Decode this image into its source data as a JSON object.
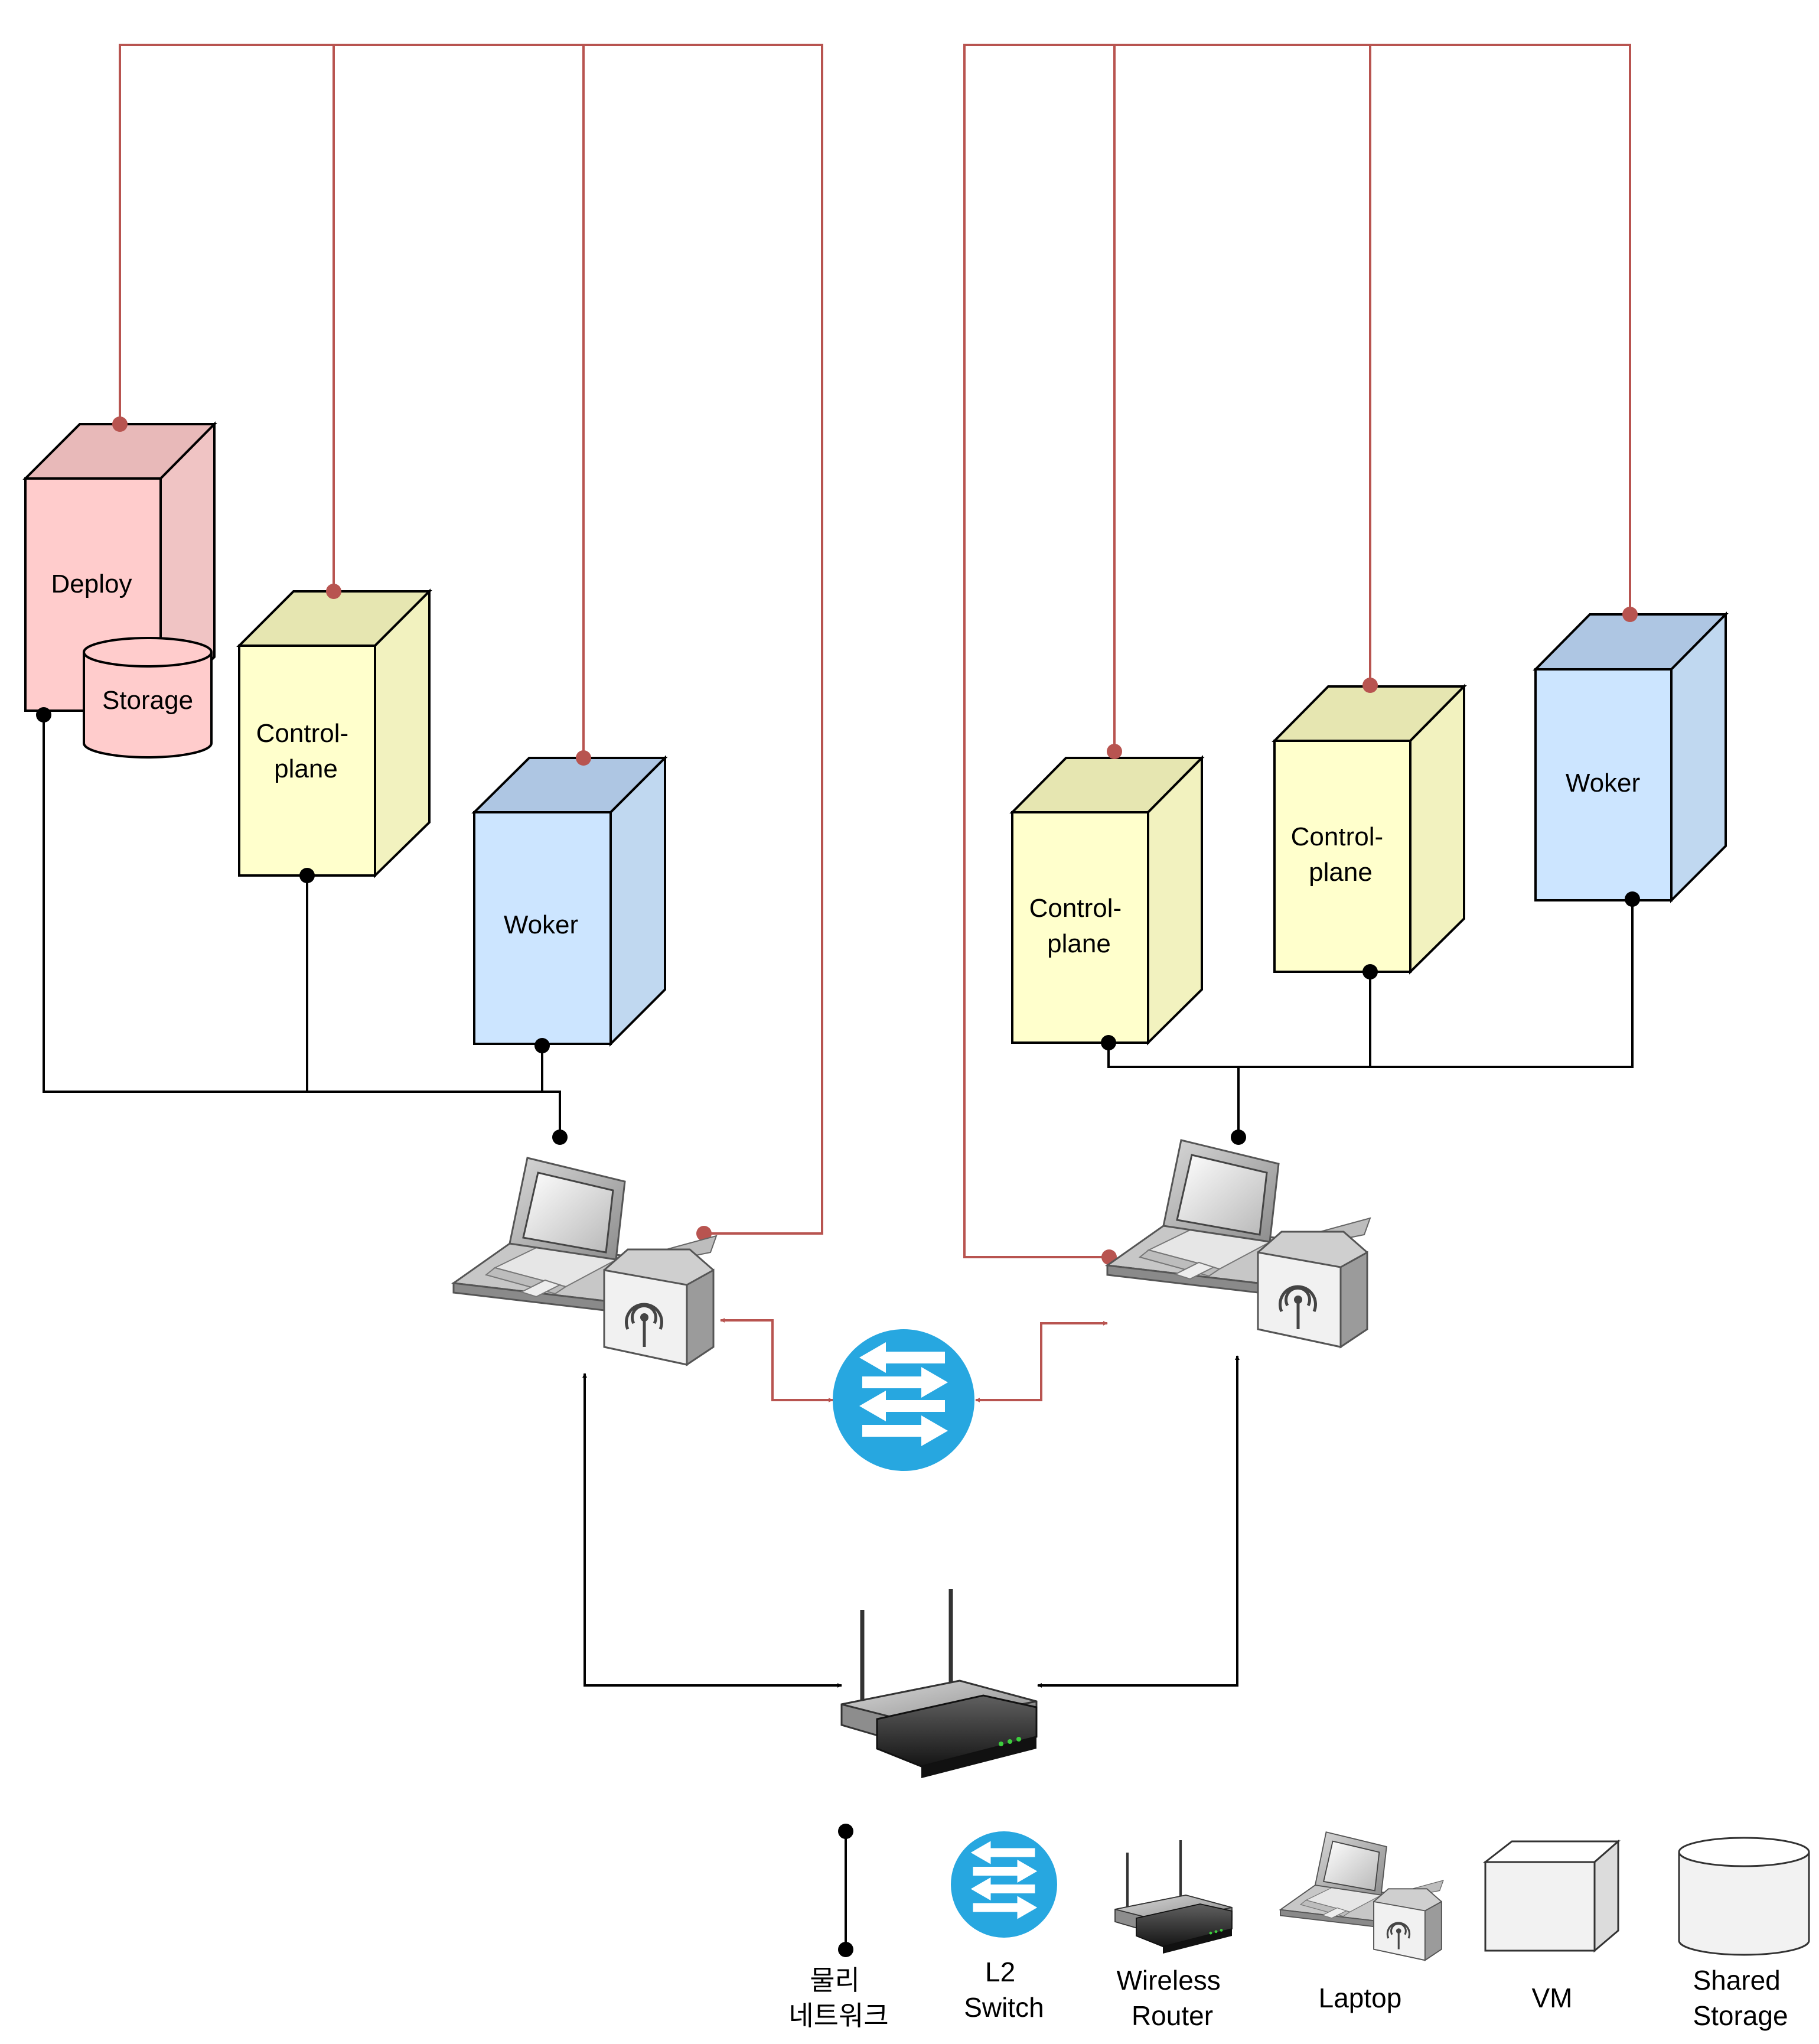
{
  "nodes": {
    "deploy": "Deploy",
    "storage": "Storage",
    "left_cp": [
      "Control-",
      "plane"
    ],
    "left_worker": "Woker",
    "right_cp1": [
      "Control-",
      "plane"
    ],
    "right_cp2": [
      "Control-",
      "plane"
    ],
    "right_worker": "Woker"
  },
  "legend": {
    "physical": [
      "물리",
      "네트워크"
    ],
    "switch": [
      "L2",
      "Switch"
    ],
    "router": [
      "Wireless",
      "Router"
    ],
    "laptop": "Laptop",
    "vm": "VM",
    "shared": [
      "Shared",
      "Storage"
    ]
  },
  "colors": {
    "vm_red_front": "#ffcccc",
    "vm_yellow_front": "#ffffcc",
    "vm_blue_front": "#cce5ff",
    "l2_line": "#b85450",
    "physical_line": "#000000",
    "switch_blue": "#27a7e0"
  },
  "icons": [
    "l2-switch-icon",
    "wireless-router-icon",
    "laptop-icon"
  ]
}
